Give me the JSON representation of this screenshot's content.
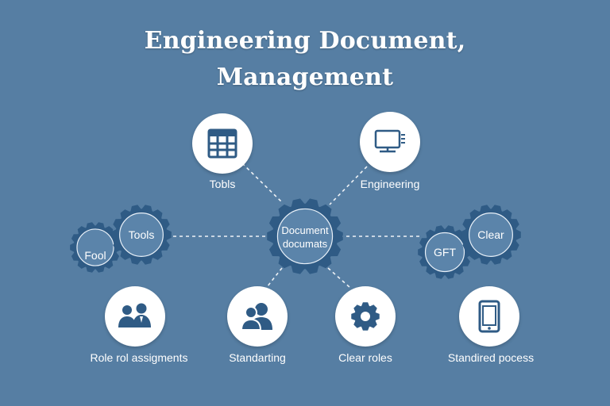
{
  "title": {
    "line1": "Engineering Document,",
    "line2": "Management"
  },
  "center": {
    "line1": "Document",
    "line2": "documats"
  },
  "top_nodes": [
    {
      "label": "Tobls",
      "icon": "spreadsheet-icon"
    },
    {
      "label": "Engineering",
      "icon": "monitor-icon"
    }
  ],
  "left_gears": [
    {
      "label": "Fool"
    },
    {
      "label": "Tools"
    }
  ],
  "right_gears": [
    {
      "label": "GFT"
    },
    {
      "label": "Clear"
    }
  ],
  "bottom_nodes": [
    {
      "label": "Role rol assigments",
      "icon": "people-icon"
    },
    {
      "label": "Standarting",
      "icon": "users-icon"
    },
    {
      "label": "Clear roles",
      "icon": "gear-icon"
    },
    {
      "label": "Standired pocess",
      "icon": "tablet-icon"
    }
  ],
  "colors": {
    "background": "#567ea3",
    "gear": "#2f5b85",
    "icon": "#2f5b85"
  }
}
